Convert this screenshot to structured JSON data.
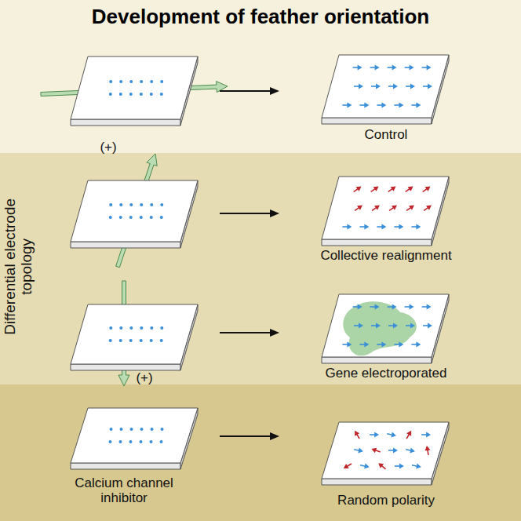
{
  "diagram": {
    "title": "Development of feather orientation",
    "labels": [
      "Control",
      "(+)",
      "Collective realignment",
      "Differential electrode topology",
      "(+)",
      "Gene electroporated",
      "Calcium channel inhibitor",
      "Random polarity"
    ]
  }
}
